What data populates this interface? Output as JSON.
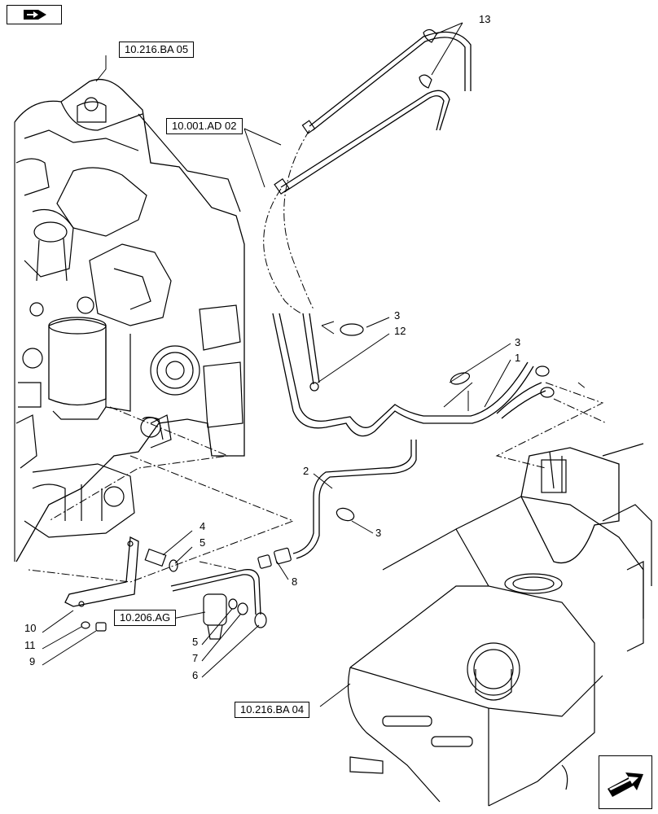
{
  "diagram": {
    "refs": {
      "engine": "10.216.BA 05",
      "fuel_line": "10.001.AD 02",
      "filter": "10.206.AG",
      "tank": "10.216.BA 04"
    },
    "callouts": {
      "c13": "13",
      "c3a": "3",
      "c12": "12",
      "c3b": "3",
      "c1": "1",
      "c2": "2",
      "c3c": "3",
      "c4": "4",
      "c5a": "5",
      "c8": "8",
      "c10": "10",
      "c11": "11",
      "c9": "9",
      "c5b": "5",
      "c7": "7",
      "c6": "6"
    },
    "icons": {
      "top_left": "book-arrow-icon",
      "bottom_right": "next-page-arrow-icon"
    }
  }
}
